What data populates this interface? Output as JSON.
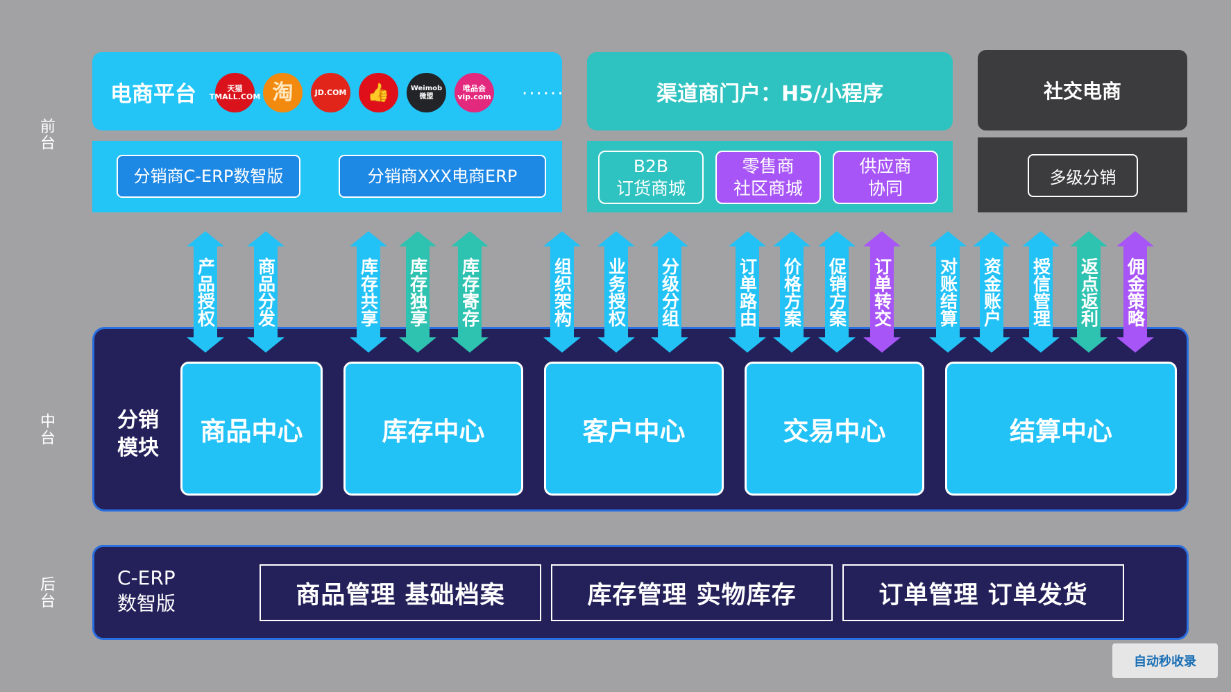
{
  "tiers": {
    "front": "前台",
    "middle": "中台",
    "back": "后台"
  },
  "ecommerce": {
    "title": "电商平台",
    "logos": [
      {
        "icon": "tmall-logo",
        "text": "天猫 TMALL.COM"
      },
      {
        "icon": "taobao-logo",
        "text": "淘"
      },
      {
        "icon": "jd-logo",
        "text": "JD.COM"
      },
      {
        "icon": "pinduoduo-logo",
        "text": "👍"
      },
      {
        "icon": "weimob-logo",
        "text": "Weimob 微盟"
      },
      {
        "icon": "vip-logo",
        "text": "唯品会 vip.com"
      }
    ],
    "more": "......",
    "buttons": [
      "分销商C-ERP数智版",
      "分销商XXX电商ERP"
    ],
    "colors": {
      "panel": "#23c4f6",
      "button": "#1e88e5"
    }
  },
  "channel": {
    "title": "渠道商门户：H5/小程序",
    "buttons": [
      {
        "label": "B2B\n订货商城",
        "color": "#2ec2c0"
      },
      {
        "label": "零售商\n社区商城",
        "color": "#a855f7"
      },
      {
        "label": "供应商\n协同",
        "color": "#a855f7"
      }
    ]
  },
  "social": {
    "title": "社交电商",
    "button": "多级分销"
  },
  "arrows": [
    {
      "label": "产品授权",
      "color": "#22c1f6"
    },
    {
      "label": "商品分发",
      "color": "#22c1f6"
    },
    {
      "label": "库存共享",
      "color": "#22c1f6"
    },
    {
      "label": "库存独享",
      "color": "#2ec2b0"
    },
    {
      "label": "库存寄存",
      "color": "#2ec2b0"
    },
    {
      "label": "组织架构",
      "color": "#22c1f6"
    },
    {
      "label": "业务授权",
      "color": "#22c1f6"
    },
    {
      "label": "分级分组",
      "color": "#22c1f6"
    },
    {
      "label": "订单路由",
      "color": "#22c1f6"
    },
    {
      "label": "价格方案",
      "color": "#22c1f6"
    },
    {
      "label": "促销方案",
      "color": "#22c1f6"
    },
    {
      "label": "订单转交",
      "color": "#a855f7"
    },
    {
      "label": "对账结算",
      "color": "#22c1f6"
    },
    {
      "label": "资金账户",
      "color": "#22c1f6"
    },
    {
      "label": "授信管理",
      "color": "#22c1f6"
    },
    {
      "label": "返点返利",
      "color": "#2ec2b0"
    },
    {
      "label": "佣金策略",
      "color": "#a855f7"
    }
  ],
  "middle": {
    "module_label": "分销\n模块",
    "centers": [
      "商品中心",
      "库存中心",
      "客户中心",
      "交易中心",
      "结算中心"
    ]
  },
  "back": {
    "label": "C-ERP\n数智版",
    "boxes": [
      "商品管理 基础档案",
      "库存管理 实物库存",
      "订单管理 订单发货"
    ]
  },
  "watermark": "自动秒收录"
}
